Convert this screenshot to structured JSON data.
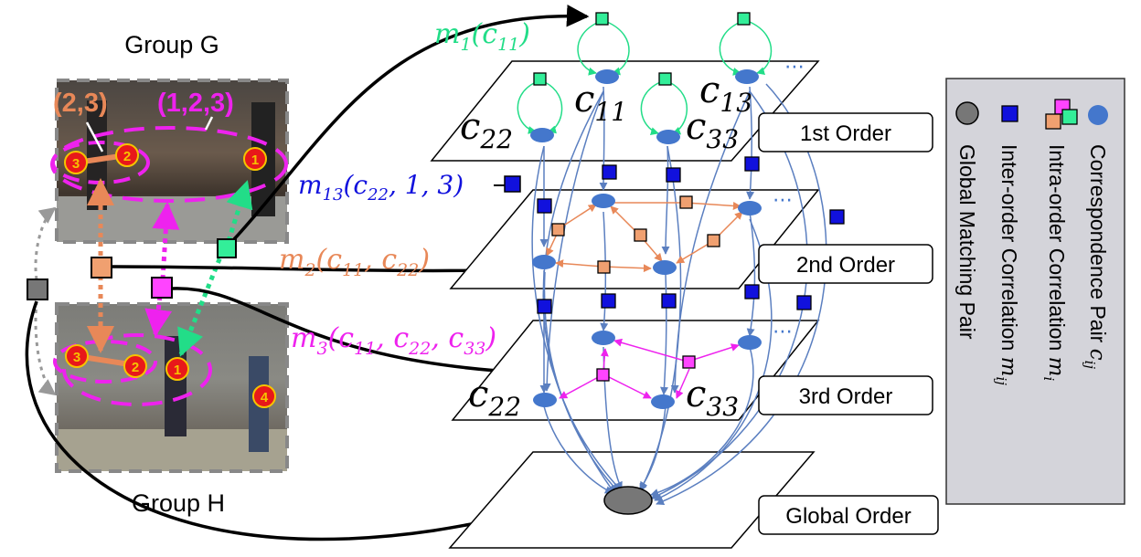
{
  "groups": {
    "g_title": "Group G",
    "h_title": "Group H",
    "tag_23": "(2,3)",
    "tag_123": "(1,2,3)",
    "g_person_ids": [
      "3",
      "2",
      "1"
    ],
    "h_person_ids": [
      "3",
      "2",
      "1",
      "4"
    ]
  },
  "layers": {
    "first": "1st Order",
    "second": "2nd Order",
    "third": "3rd Order",
    "global": "Global Order"
  },
  "node_labels": {
    "c11": "c",
    "c11_sub": "11",
    "c13": "c",
    "c13_sub": "13",
    "c22a": "c",
    "c22a_sub": "22",
    "c33a": "c",
    "c33a_sub": "33",
    "c22b": "c",
    "c22b_sub": "22",
    "c33b": "c",
    "c33b_sub": "33",
    "ellipsis": "⋯"
  },
  "correlations": {
    "m1": "m",
    "m1_sub": "1",
    "m1_args": "(c",
    "m1_args_sub": "11",
    "m1_close": ")",
    "m13": "m",
    "m13_sub": "13",
    "m13_args": "(c",
    "m13_args_sub": "22",
    "m13_rest": ", 1, 3)",
    "m2": "m",
    "m2_sub": "2",
    "m2_a": "(c",
    "m2_a_sub": "11",
    "m2_b": ", c",
    "m2_b_sub": "22",
    "m2_close": ")",
    "m3": "m",
    "m3_sub": "3",
    "m3_a": "(c",
    "m3_a_sub": "11",
    "m3_b": ", c",
    "m3_b_sub": "22",
    "m3_c": ", c",
    "m3_c_sub": "33",
    "m3_close": ")"
  },
  "legend": {
    "correspondence": "Correspondence Pair ",
    "correspondence_var": "c",
    "correspondence_sub": "ij",
    "intra": "Intra-order Correlation ",
    "intra_var": "m",
    "intra_sub": "i",
    "inter": "Inter-order Correlation ",
    "inter_var": "m",
    "inter_sub": "ij",
    "global": "Global Matching Pair"
  },
  "colors": {
    "green": "#22dd88",
    "orange": "#e88858",
    "magenta": "#ee22ee",
    "blue": "#1111dd",
    "node": "#4477cc",
    "edge": "#5b7fc0",
    "global_node": "#777777",
    "legend_bg": "#d4d4da"
  }
}
